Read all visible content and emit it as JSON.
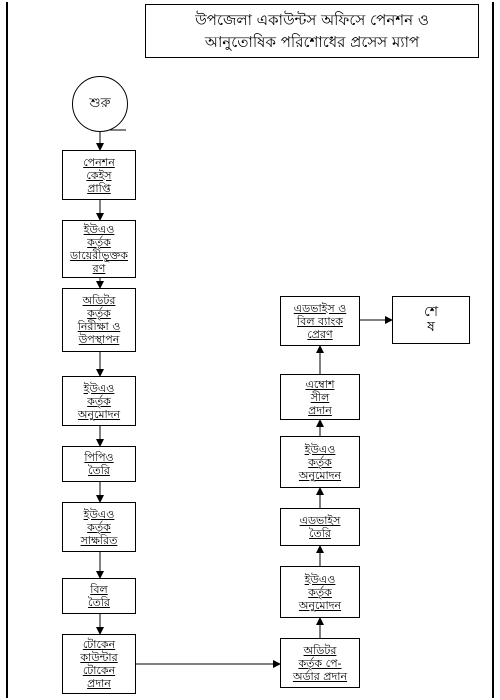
{
  "title": "উপজেলা একাউন্টস অফিসে পেনশন ও\nআনুতোষিক পরিশোধের প্রসেস ম্যাপ",
  "start": "শুরু",
  "end": "শে\nষ",
  "left_steps": [
    "পেনশন\nকেইস\nপ্রাপ্তি",
    "ইউএও\nকর্তৃক\nডায়েরীভূক্তক\nরণ",
    "অডিটর\nকর্তৃক\nনিরীক্ষা ও\nউপস্থাপন",
    "ইউএও\nকর্তৃক\nঅনুমোদন",
    "পিপিও\nতৈরি",
    "ইউএও\nকর্তৃক\nসাক্ষরিত",
    "বিল\nতৈরি",
    "টোকেন\nকাউন্টার\nটোকেন\nপ্রদান"
  ],
  "right_steps": [
    "অডিটর\nকর্তৃক পে-\nঅর্ডার প্রদান",
    "ইউএও\nকর্তৃক\nঅনুমোদন",
    "এডভাইস\nতৈরি",
    "ইউএও\nকর্তৃক\nঅনুমোদন",
    "এম্বোশ\nসীল\nপ্রদান",
    "এডভাইস ও\nবিল ব্যাংক\nপ্রেরণ"
  ]
}
